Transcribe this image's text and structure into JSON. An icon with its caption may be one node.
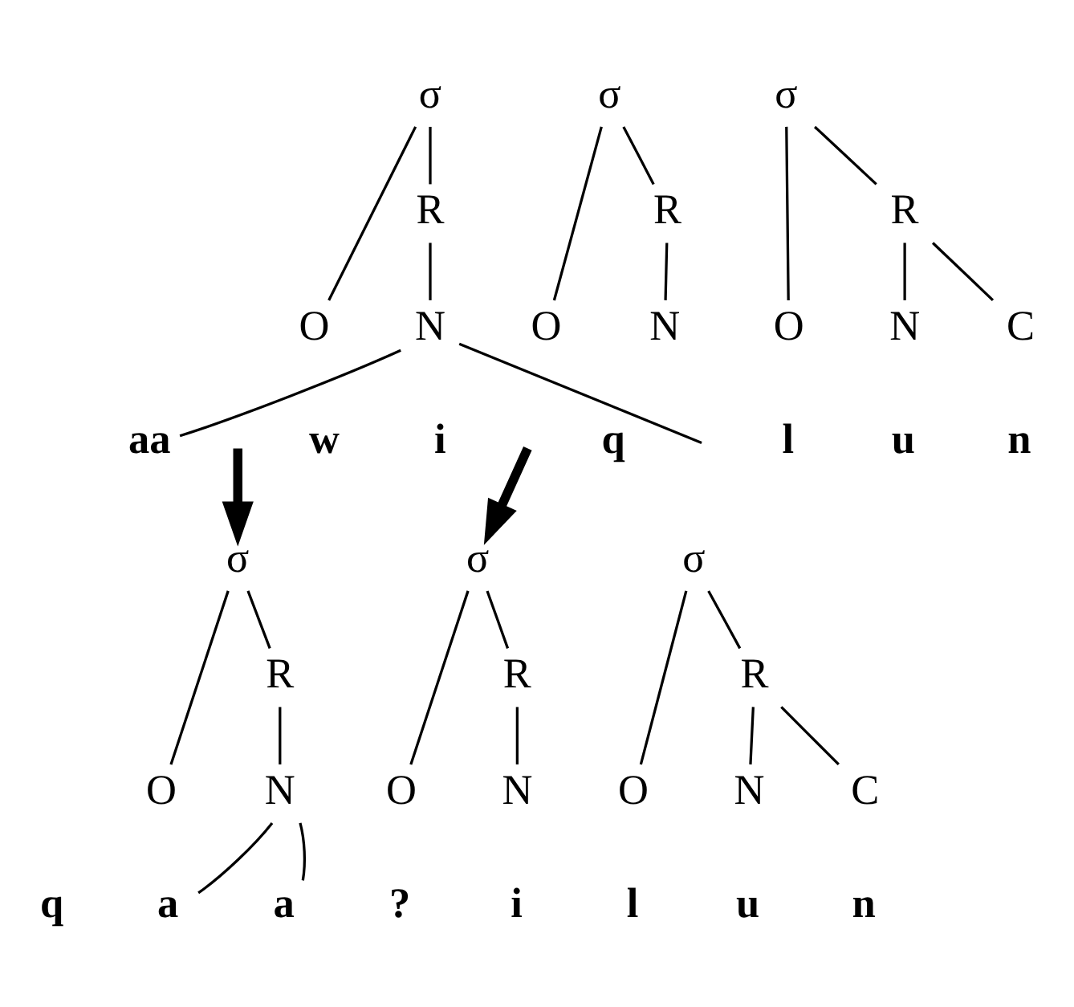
{
  "diagram": {
    "nodes": [
      {
        "text": [
          "σ"
        ]
      },
      {
        "text": [
          "R"
        ]
      },
      {
        "text": [
          "O"
        ]
      },
      {
        "text": [
          "N"
        ]
      },
      {
        "text": [
          "q"
        ]
      },
      {
        "text": [
          "aa"
        ]
      },
      {
        "text": [
          "σ"
        ]
      },
      {
        "text": [
          "R"
        ]
      },
      {
        "text": [
          "O"
        ]
      },
      {
        "text": [
          "N"
        ]
      },
      {
        "text": [
          "w"
        ]
      },
      {
        "text": [
          "i"
        ]
      },
      {
        "text": [
          "σ"
        ]
      },
      {
        "text": [
          "R"
        ]
      },
      {
        "text": [
          "O"
        ]
      },
      {
        "text": [
          "N"
        ]
      },
      {
        "text": [
          "C"
        ]
      },
      {
        "text": [
          "l"
        ]
      },
      {
        "text": [
          "u"
        ]
      },
      {
        "text": [
          "n"
        ]
      },
      {
        "text": [
          "σ"
        ]
      },
      {
        "text": [
          "R"
        ]
      },
      {
        "text": [
          "O"
        ]
      },
      {
        "text": [
          "N"
        ]
      },
      {
        "text": [
          "q"
        ]
      },
      {
        "text": [
          "a"
        ]
      },
      {
        "text": [
          "a"
        ]
      },
      {
        "text": [
          "σ"
        ]
      },
      {
        "text": [
          "R"
        ]
      },
      {
        "text": [
          "O"
        ]
      },
      {
        "text": [
          "N"
        ]
      },
      {
        "text": [
          "?"
        ]
      },
      {
        "text": [
          "i"
        ]
      },
      {
        "text": [
          "σ"
        ]
      },
      {
        "text": [
          "R"
        ]
      },
      {
        "text": [
          "O"
        ]
      },
      {
        "text": [
          "N"
        ]
      },
      {
        "text": [
          "C"
        ]
      },
      {
        "text": [
          "l"
        ]
      },
      {
        "text": [
          "u"
        ]
      },
      {
        "text": [
          "n"
        ]
      }
    ],
    "edges": [
      {
        "from": 0,
        "to": 2,
        "arrow": "none"
      },
      {
        "from": 0,
        "to": 1,
        "arrow": "none"
      },
      {
        "from": 1,
        "to": 3,
        "arrow": "none"
      },
      {
        "from": 3,
        "to": null,
        "arrow": "none"
      },
      {
        "from": 3,
        "to": 5,
        "arrow": "none"
      },
      {
        "from": 6,
        "to": 8,
        "arrow": "none"
      },
      {
        "from": 6,
        "to": 7,
        "arrow": "none"
      },
      {
        "from": 7,
        "to": 9,
        "arrow": "none"
      },
      {
        "from": 12,
        "to": 14,
        "arrow": "none"
      },
      {
        "from": 12,
        "to": 13,
        "arrow": "none"
      },
      {
        "from": 13,
        "to": 15,
        "arrow": "none"
      },
      {
        "from": 13,
        "to": 16,
        "arrow": "none"
      },
      {
        "from": null,
        "to": 20,
        "arrow": "to",
        "style": "thick"
      },
      {
        "from": null,
        "to": 27,
        "arrow": "to",
        "style": "thick"
      },
      {
        "from": 20,
        "to": 22,
        "arrow": "none"
      },
      {
        "from": 20,
        "to": 21,
        "arrow": "none"
      },
      {
        "from": 21,
        "to": 23,
        "arrow": "none"
      },
      {
        "from": 23,
        "to": 25,
        "arrow": "none"
      },
      {
        "from": 23,
        "to": 26,
        "arrow": "none"
      },
      {
        "from": 27,
        "to": 29,
        "arrow": "none"
      },
      {
        "from": 27,
        "to": 28,
        "arrow": "none"
      },
      {
        "from": 28,
        "to": 30,
        "arrow": "none"
      },
      {
        "from": 33,
        "to": 35,
        "arrow": "none"
      },
      {
        "from": 33,
        "to": 34,
        "arrow": "none"
      },
      {
        "from": 34,
        "to": 36,
        "arrow": "none"
      },
      {
        "from": 34,
        "to": 37,
        "arrow": "none"
      }
    ]
  }
}
